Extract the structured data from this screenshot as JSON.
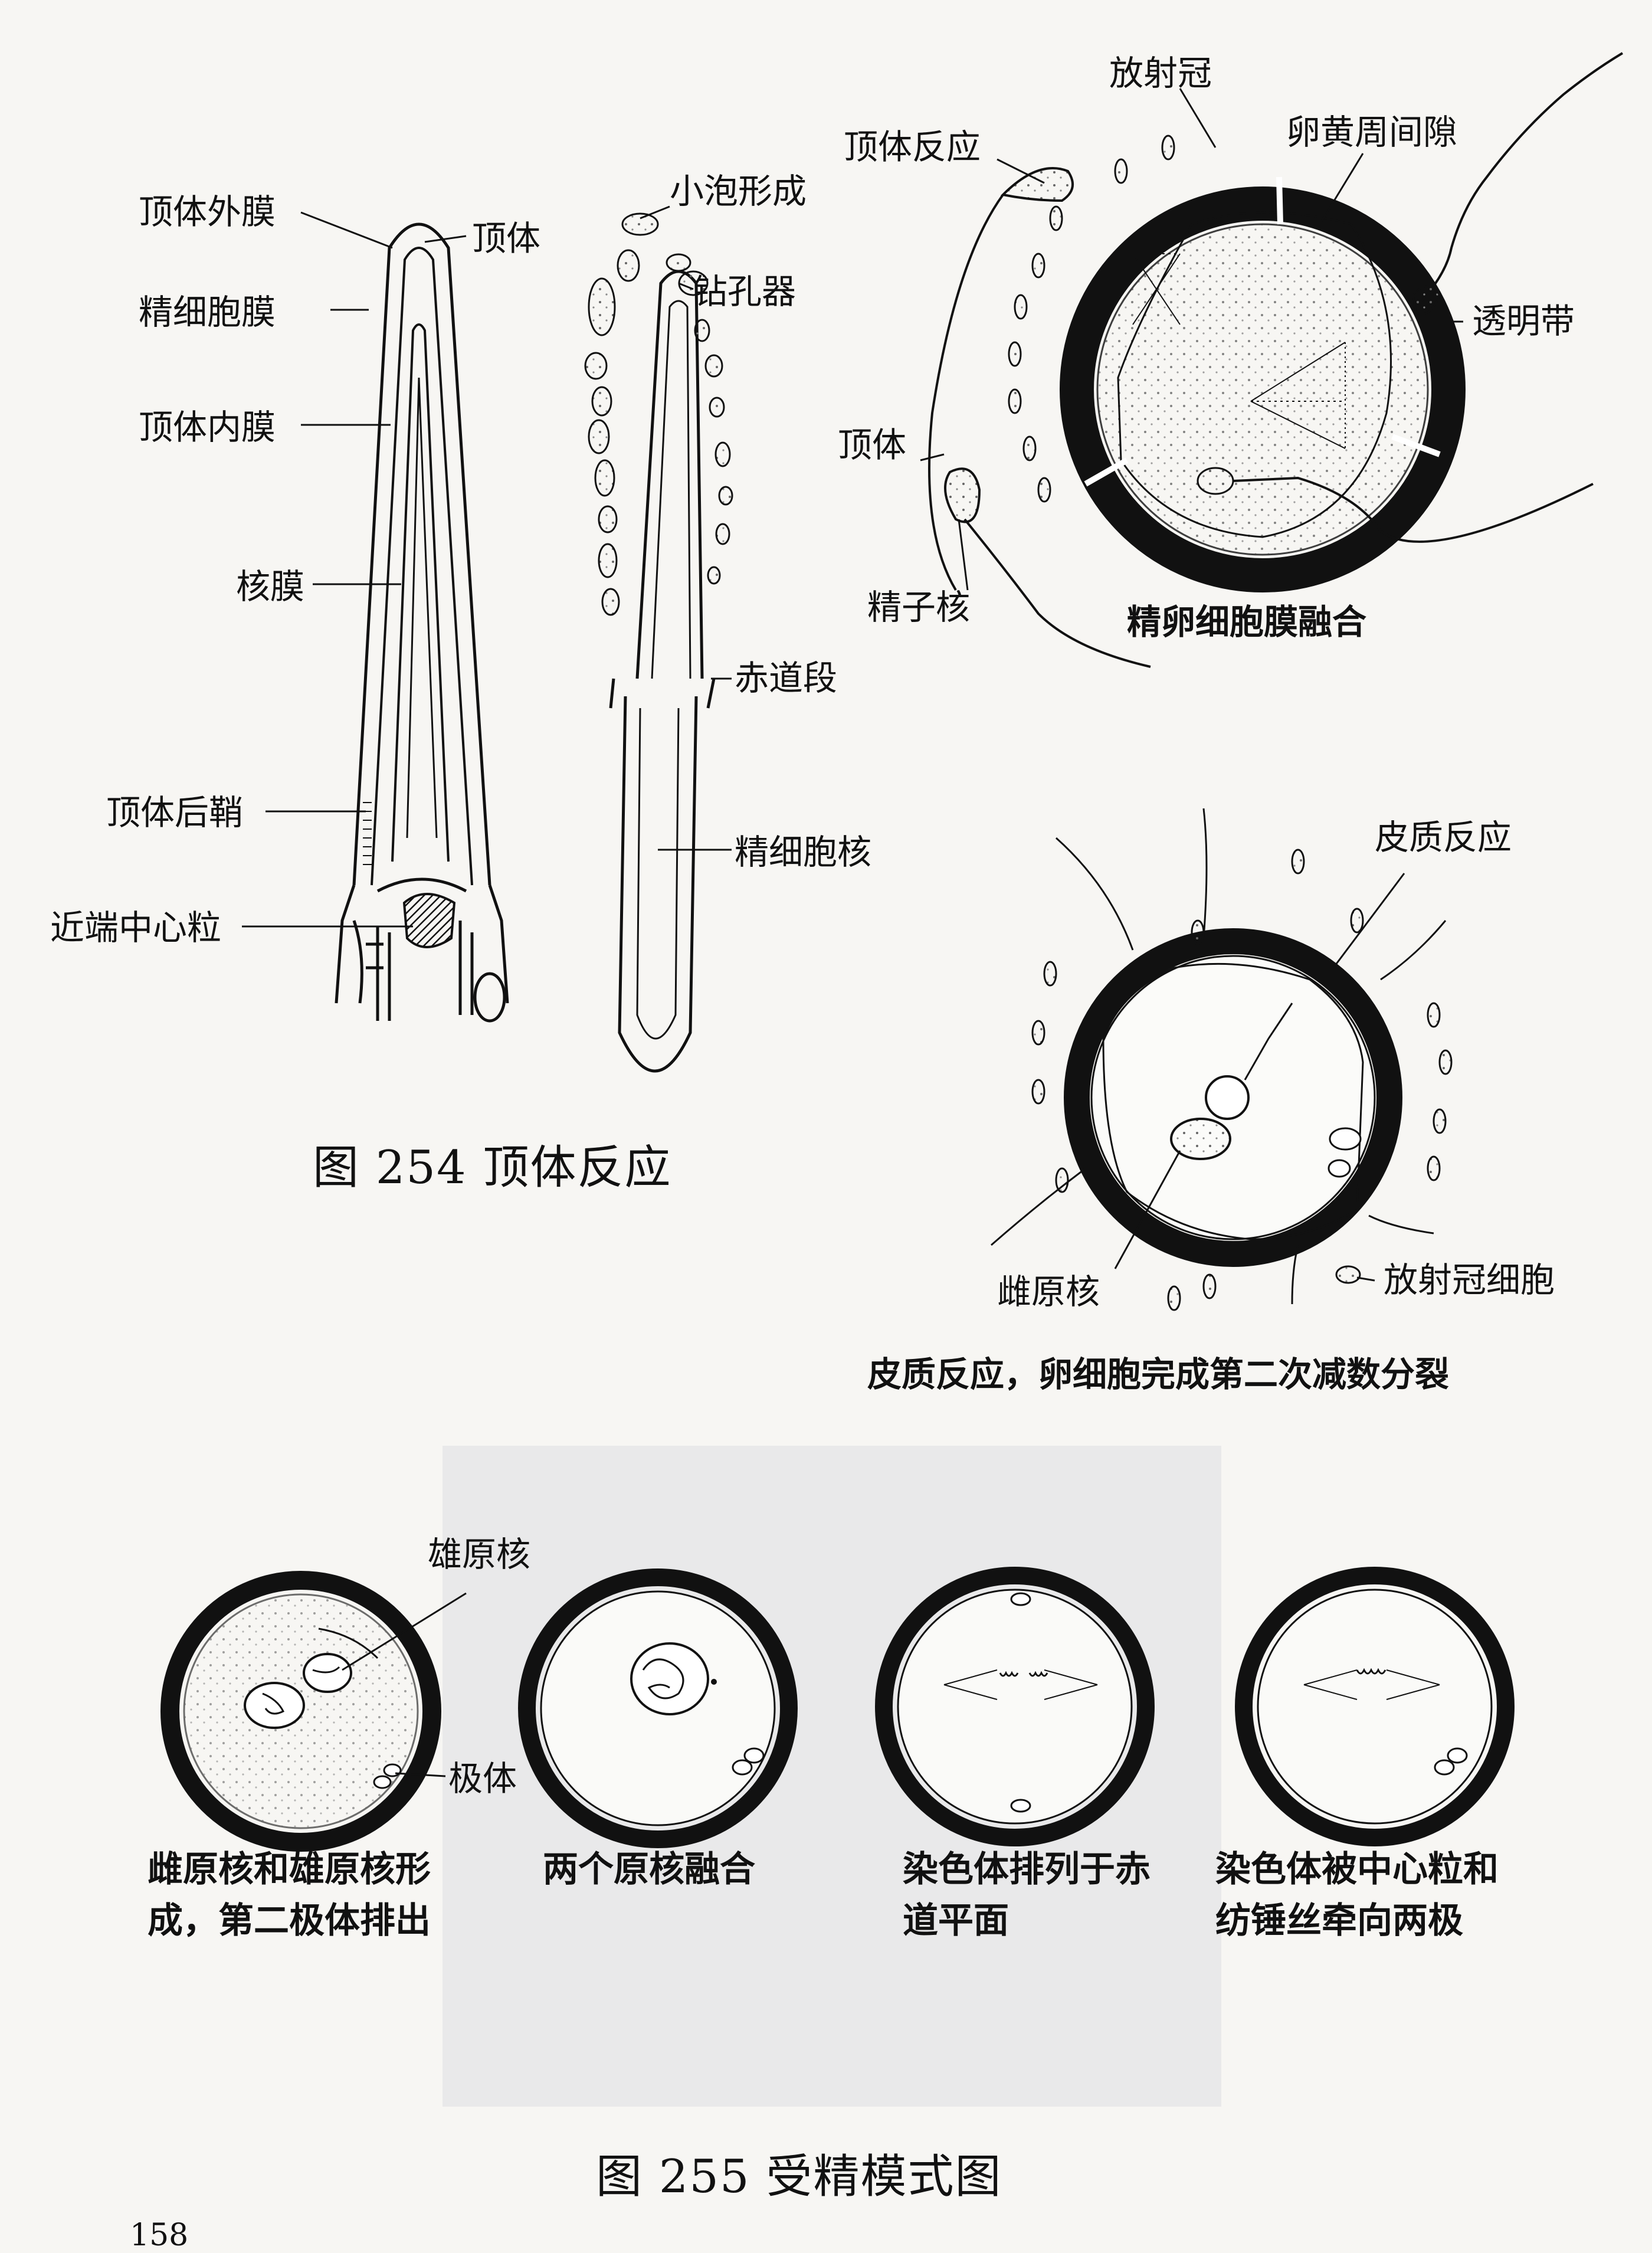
{
  "fig254": {
    "caption": "图 254  顶体反应",
    "labels": {
      "outer_membrane": "顶体外膜",
      "acrosome": "顶体",
      "sperm_membrane": "精细胞膜",
      "inner_membrane": "顶体内膜",
      "nuclear_membrane": "核膜",
      "postacrosomal_sheath": "顶体后鞘",
      "proximal_centriole": "近端中心粒",
      "vesicle_formation": "小泡形成",
      "perforator": "钻孔器",
      "equatorial_segment": "赤道段",
      "sperm_nucleus": "精细胞核"
    }
  },
  "fusion_panel": {
    "caption": "精卵细胞膜融合",
    "labels": {
      "corona_radiata": "放射冠",
      "acrosome_reaction": "顶体反应",
      "perivitelline_space": "卵黄周间隙",
      "zona_pellucida": "透明带",
      "acrosome": "顶体",
      "sperm_nucleus": "精子核"
    }
  },
  "cortical_panel": {
    "caption": "皮质反应，卵细胞完成第二次减数分裂",
    "labels": {
      "cortical_reaction": "皮质反应",
      "female_pronucleus": "雌原核",
      "corona_cell": "放射冠细胞"
    }
  },
  "fig255": {
    "caption": "图 255  受精模式图",
    "labels": {
      "male_pronucleus": "雄原核",
      "polar_body": "极体"
    },
    "stages": [
      {
        "line1": "雌原核和雄原核形",
        "line2": "成，第二极体排出"
      },
      {
        "line1": "两个原核融合",
        "line2": ""
      },
      {
        "line1": "染色体排列于赤",
        "line2": "道平面"
      },
      {
        "line1": "染色体被中心粒和",
        "line2": "纺锤丝牵向两极"
      }
    ]
  },
  "page_number": "158"
}
